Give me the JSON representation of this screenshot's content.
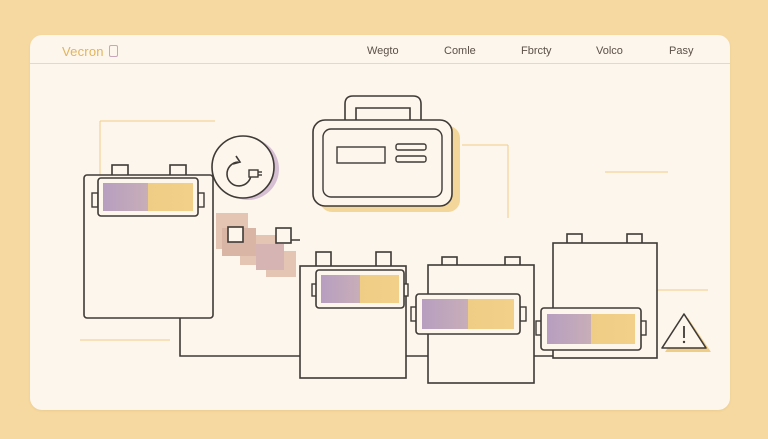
{
  "brand": {
    "name": "Vecron",
    "icon": "battery-mark-icon"
  },
  "nav": [
    {
      "label": "Wegto"
    },
    {
      "label": "Comle"
    },
    {
      "label": "Fbrcty"
    },
    {
      "label": "Volco"
    },
    {
      "label": "Pasy"
    }
  ],
  "colors": {
    "background": "#f6d9a0",
    "card": "#fdf6ec",
    "stroke": "#3f3a36",
    "accent_yellow": "#f0cd85",
    "accent_purple": "#bfa2bf"
  },
  "batteries": [
    {
      "name": "battery-1",
      "charge_percent": 100
    },
    {
      "name": "battery-2",
      "charge_percent": 100
    },
    {
      "name": "battery-3",
      "charge_percent": 100
    },
    {
      "name": "battery-4",
      "charge_percent": 100
    }
  ],
  "icons": [
    "recharge-plug-icon",
    "power-station-icon",
    "warning-icon"
  ]
}
